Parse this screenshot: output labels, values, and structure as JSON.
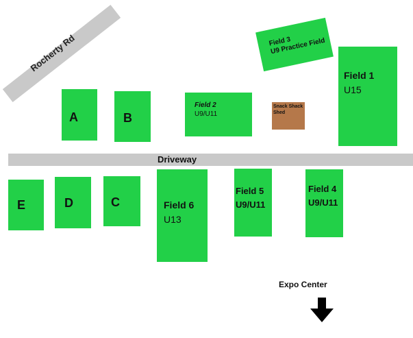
{
  "colors": {
    "field": "#22d048",
    "road": "#c9c9c9",
    "shed": "#b5784a",
    "arrow": "#000000"
  },
  "roads": {
    "rocherty": "Rocherty Rd",
    "driveway": "Driveway"
  },
  "lots": {
    "a": "A",
    "b": "B",
    "c": "C",
    "d": "D",
    "e": "E"
  },
  "fields": {
    "field1": {
      "name": "Field 1",
      "age": "U15"
    },
    "field2": {
      "name": "Field 2",
      "age": "U9/U11"
    },
    "field3": {
      "name": "Field 3",
      "age": "U9 Practice Field"
    },
    "field4": {
      "name": "Field 4",
      "age": "U9/U11"
    },
    "field5": {
      "name": "Field 5",
      "age": "U9/U11"
    },
    "field6": {
      "name": "Field 6",
      "age": "U13"
    }
  },
  "shed": {
    "line1": "Snack Shack",
    "line2": "Shed"
  },
  "expo": {
    "label": "Expo Center",
    "icon": "arrow-down-icon"
  }
}
